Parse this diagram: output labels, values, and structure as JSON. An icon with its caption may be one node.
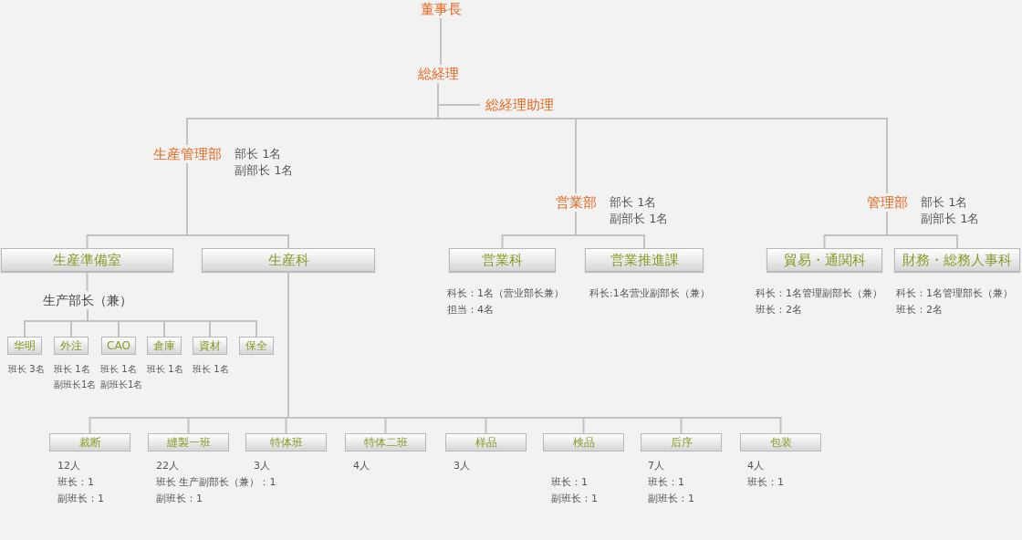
{
  "diagram": {
    "nodes": [
      {
        "text": [
          "董事長"
        ]
      },
      {
        "text": [
          "総経理"
        ]
      },
      {
        "text": [
          "総経理助理"
        ]
      },
      {
        "text": [
          "生産管理部"
        ],
        "beside": [
          "部长 1名",
          "副部长 1名"
        ]
      },
      {
        "text": [
          "営業部"
        ],
        "beside": [
          "部长 1名",
          "副部长 1名"
        ]
      },
      {
        "text": [
          "管理部"
        ],
        "beside": [
          "部长 1名",
          "副部长 1名"
        ]
      },
      {
        "text": [
          "生産準備室"
        ]
      },
      {
        "text": [
          "生産科"
        ]
      },
      {
        "text": [
          "営業科"
        ],
        "beside": [
          "科长：1名（营业部长兼）",
          "担当：4名"
        ]
      },
      {
        "text": [
          "営業推進課"
        ],
        "beside": [
          "科长:1名营业副部长（兼）"
        ]
      },
      {
        "text": [
          "貿易・通関科"
        ],
        "beside": [
          "科长：1名管理副部长（兼）",
          "班长：2名"
        ]
      },
      {
        "text": [
          "財務・総務人事科"
        ],
        "beside": [
          "科长：1名管理部长（兼）",
          "班长：2名"
        ]
      },
      {
        "text": [
          "生产部长（兼）"
        ]
      },
      {
        "text": [
          "华明"
        ],
        "beside": [
          "班长 3名"
        ]
      },
      {
        "text": [
          "外注"
        ],
        "beside": [
          "班长 1名",
          "副班长1名"
        ]
      },
      {
        "text": [
          "CAO"
        ],
        "beside": [
          "班长 1名",
          "副班长1名"
        ]
      },
      {
        "text": [
          "倉庫"
        ],
        "beside": [
          "班长 1名"
        ]
      },
      {
        "text": [
          "資材"
        ],
        "beside": [
          "班长 1名"
        ]
      },
      {
        "text": [
          "保全"
        ]
      },
      {
        "text": [
          "裁断"
        ],
        "beside": [
          "12人",
          "班长：1",
          "副班长：1"
        ]
      },
      {
        "text": [
          "縫製一班"
        ],
        "beside": [
          "22人",
          "班长 生产副部长（兼）：1",
          "副班长：1"
        ]
      },
      {
        "text": [
          "特体班"
        ],
        "beside": [
          "3人"
        ]
      },
      {
        "text": [
          "特体二班"
        ],
        "beside": [
          "4人"
        ]
      },
      {
        "text": [
          "样品"
        ],
        "beside": [
          "3人"
        ]
      },
      {
        "text": [
          "検品"
        ],
        "beside": [
          "班长：1",
          "副班长：1"
        ]
      },
      {
        "text": [
          "后序"
        ],
        "beside": [
          "7人",
          "班长：1",
          "副班长：1"
        ]
      },
      {
        "text": [
          "包装"
        ],
        "beside": [
          "4人",
          "班长：1"
        ]
      }
    ],
    "edges": [
      {
        "from": 0,
        "to": 1,
        "arrow": "none"
      },
      {
        "from": 1,
        "to": 2,
        "arrow": "none"
      },
      {
        "from": 1,
        "to": 3,
        "arrow": "none"
      },
      {
        "from": 1,
        "to": 4,
        "arrow": "none"
      },
      {
        "from": 1,
        "to": 5,
        "arrow": "none"
      },
      {
        "from": 3,
        "to": 6,
        "arrow": "none"
      },
      {
        "from": 3,
        "to": 7,
        "arrow": "none"
      },
      {
        "from": 4,
        "to": 8,
        "arrow": "none"
      },
      {
        "from": 4,
        "to": 9,
        "arrow": "none"
      },
      {
        "from": 5,
        "to": 10,
        "arrow": "none"
      },
      {
        "from": 5,
        "to": 11,
        "arrow": "none"
      },
      {
        "from": 6,
        "to": 12,
        "arrow": "none"
      },
      {
        "from": 12,
        "to": 13,
        "arrow": "none"
      },
      {
        "from": 12,
        "to": 14,
        "arrow": "none"
      },
      {
        "from": 12,
        "to": 15,
        "arrow": "none"
      },
      {
        "from": 12,
        "to": 16,
        "arrow": "none"
      },
      {
        "from": 12,
        "to": 17,
        "arrow": "none"
      },
      {
        "from": 12,
        "to": 18,
        "arrow": "none"
      },
      {
        "from": 7,
        "to": 19,
        "arrow": "none"
      },
      {
        "from": 7,
        "to": 20,
        "arrow": "none"
      },
      {
        "from": 7,
        "to": 21,
        "arrow": "none"
      },
      {
        "from": 7,
        "to": 22,
        "arrow": "none"
      },
      {
        "from": 7,
        "to": 23,
        "arrow": "none"
      },
      {
        "from": 7,
        "to": 24,
        "arrow": "none"
      },
      {
        "from": 7,
        "to": 25,
        "arrow": "none"
      },
      {
        "from": 7,
        "to": 26,
        "arrow": "none"
      }
    ]
  }
}
